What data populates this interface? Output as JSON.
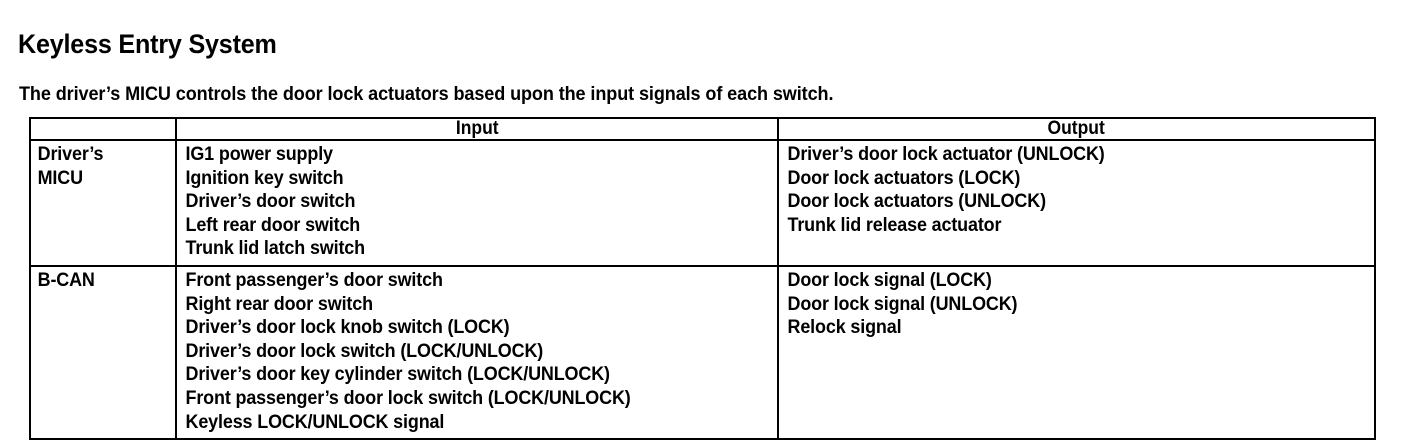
{
  "document": {
    "title": "Keyless Entry System",
    "intro": "The driver’s MICU controls the door lock actuators based upon the input signals of each switch."
  },
  "table": {
    "headers": {
      "source": "",
      "input": "Input",
      "output": "Output"
    },
    "rows": [
      {
        "source": "Driver’s\nMICU",
        "source_lines": [
          "Driver’s",
          "MICU"
        ],
        "input_lines": [
          "IG1 power supply",
          "Ignition key switch",
          "Driver’s door switch",
          "Left rear door switch",
          "Trunk lid latch switch"
        ],
        "output_lines": [
          "Driver’s door lock actuator (UNLOCK)",
          "Door lock actuators (LOCK)",
          "Door lock actuators (UNLOCK)",
          "Trunk lid release actuator"
        ]
      },
      {
        "source": "B-CAN",
        "source_lines": [
          "B-CAN"
        ],
        "input_lines": [
          "Front passenger’s door switch",
          "Right rear door switch",
          "Driver’s door lock knob switch (LOCK)",
          "Driver’s door lock switch (LOCK/UNLOCK)",
          "Driver’s door key cylinder switch (LOCK/UNLOCK)",
          "Front passenger’s door lock switch (LOCK/UNLOCK)",
          "Keyless LOCK/UNLOCK signal"
        ],
        "output_lines": [
          "Door lock signal (LOCK)",
          "Door lock signal (UNLOCK)",
          "Relock signal"
        ]
      }
    ]
  },
  "colors": {
    "background": "#ffffff",
    "text": "#000000",
    "border": "#000000"
  }
}
